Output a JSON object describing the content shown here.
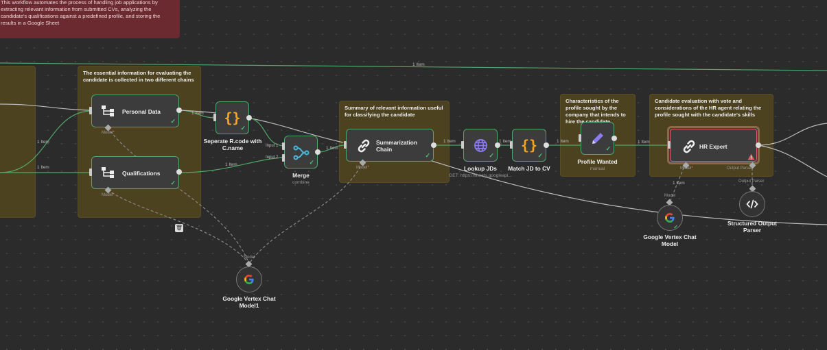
{
  "notes": {
    "intro": "This workflow automates the process of handling job applications by extracting relevant information from submitted CVs, analyzing the candidate's qualifications against a predefined profile, and storing the results in a Google Sheet",
    "chains": "The essential information for evaluating the candidate is collected in two different chains",
    "summary": "Summary of relevant information useful for classifying the candidate",
    "profile": "Characteristics of the profile sought by the company that intends to hire the candidate",
    "evaluation": "Candidate evaluation with vote and considerations of the HR agent relating the profile sought with the candidate's skills"
  },
  "nodes": {
    "personal_data": "Personal Data",
    "qualifications": "Qualifications",
    "separate": "Seperate R.code with C.name",
    "merge": "Merge",
    "merge_sub": "combine",
    "merge_input1": "Input 1",
    "merge_input2": "Input 2",
    "summarization": "Summarization Chain",
    "lookup": "Lookup JDs",
    "lookup_sub": "GET: https://sheets.googleapi...",
    "match": "Match JD to CV",
    "profile": "Profile Wanted",
    "profile_sub": "manual",
    "hr_expert": "HR Expert",
    "vertex1": "Google Vertex Chat Model1",
    "vertex": "Google Vertex Chat Model",
    "parser": "Structured Output Parser"
  },
  "ports": {
    "model": "Model",
    "required": "*",
    "output_parser": "Output Parser"
  },
  "connections": {
    "top": "1 Item",
    "pd_to_sep": "1 Item",
    "in1": "1 Item",
    "in2": "1 Item",
    "qual_to_merge": "1 Item",
    "merge_to_sum": "1 Item",
    "sum_to_lookup": "1 Item",
    "lookup_to_match": "1 Item",
    "match_to_profile": "1 Item",
    "profile_to_hr": "1 Item",
    "model_to_hr": "1 Item"
  },
  "icons": {
    "brace": "{}",
    "check": "✓",
    "trash": "🗑"
  },
  "colors": {
    "canvas": "#2b2b2b",
    "node_border": "#4fa86a",
    "connection": "#4fa86a",
    "sticky_yellow": "#4d4220",
    "sticky_red": "#6a2a30",
    "error_border": "#e05a6a"
  }
}
